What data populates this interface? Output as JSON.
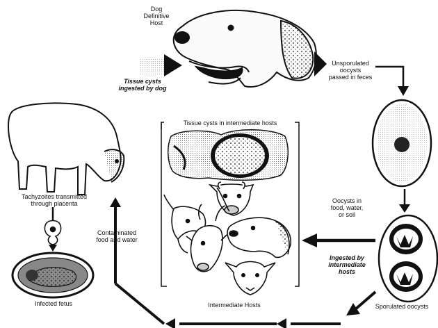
{
  "labels": {
    "dog_host": "Dog\nDefinitive\nHost",
    "unsporulated_oocysts": "Unsporulated\noocysts\npassed in feces",
    "tissue_cysts_ingested": "Tissue cysts\ningested by dog",
    "tissue_cysts_intermediate": "Tissue cysts in intermediate hosts",
    "tachyzoites": "Tachyzoites transmitted\nthrough placenta",
    "contaminated": "Contaminated\nfood and water",
    "oocysts_food": "Oocysts in\nfood, water,\nor soil",
    "ingested_intermediate": "Ingested by\nintermediate\nhosts",
    "infected_fetus": "Infected fetus",
    "intermediate_hosts": "Intermediate Hosts",
    "sporulated_oocysts": "Sporulated oocysts"
  },
  "icons": [
    "dog-head",
    "sheep",
    "fetus",
    "placenta",
    "cyst-tissue",
    "cow-head",
    "goat-head",
    "dog-head-small",
    "sheep-head",
    "unsporulated-oocyst",
    "sporulated-oocyst",
    "arrow"
  ],
  "colors": {
    "ink": "#111111",
    "paper": "#ffffff"
  }
}
